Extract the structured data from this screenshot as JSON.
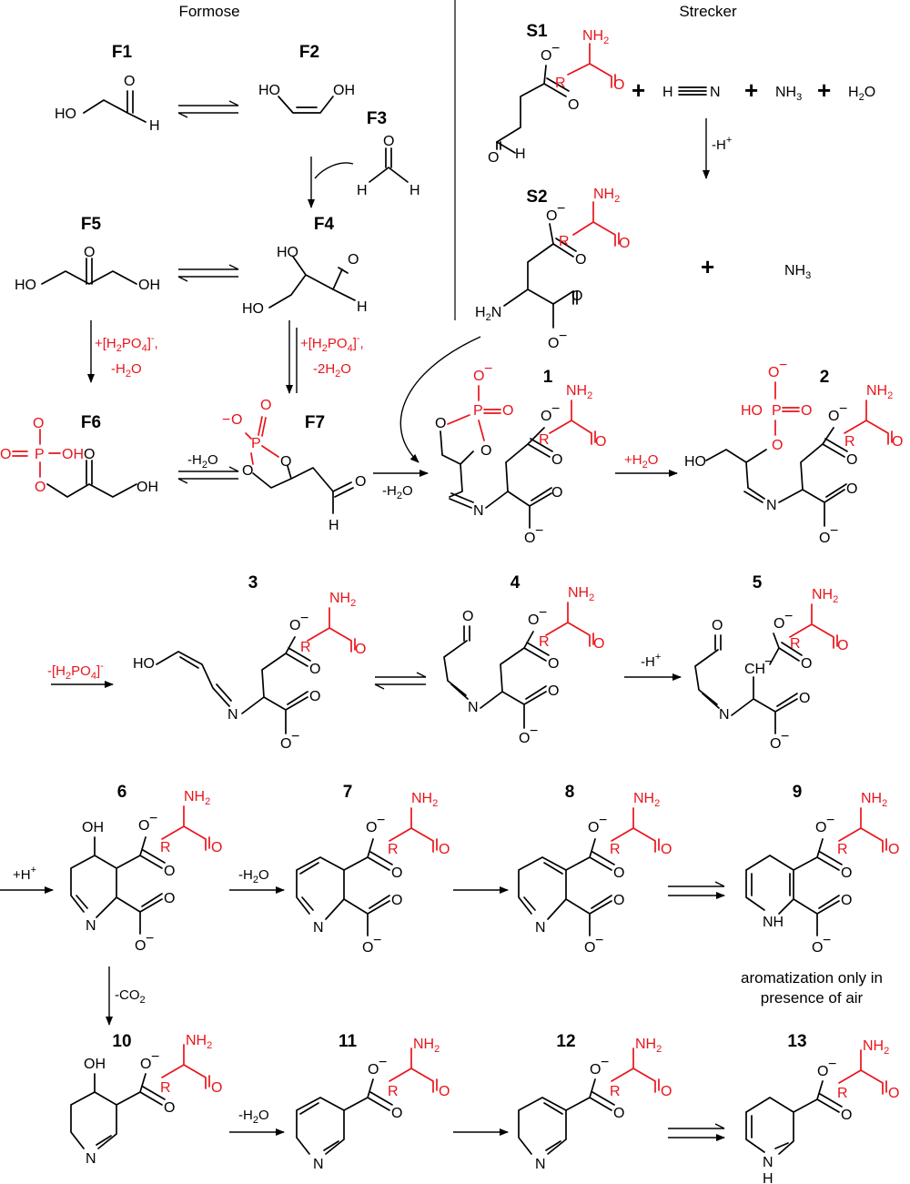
{
  "headers": {
    "left": "Formose",
    "right": "Strecker"
  },
  "labels": {
    "F1": "F1",
    "F2": "F2",
    "F3": "F3",
    "F4": "F4",
    "F5": "F5",
    "F6": "F6",
    "F7": "F7",
    "S1": "S1",
    "S2": "S2",
    "c1": "1",
    "c2": "2",
    "c3": "3",
    "c4": "4",
    "c5": "5",
    "c6": "6",
    "c7": "7",
    "c8": "8",
    "c9": "9",
    "c10": "10",
    "c11": "11",
    "c12": "12",
    "c13": "13"
  },
  "reagents": {
    "hcn_H": "H",
    "hcn_N": "N",
    "nh3": "NH",
    "sub3": "3",
    "h2o_H": "H",
    "sub2": "2",
    "h2o_O": "O",
    "plus": "+"
  },
  "conditions": {
    "phos_a": "+[H",
    "phos_b": "2",
    "phos_c": "PO",
    "phos_d": "4",
    "phos_e": "]",
    "phos_f": "-",
    "phos_g": ",",
    "minus_h2o": "-H",
    "minus_2h2o": "-2H",
    "plus_h2o": "+H",
    "minus_h": "-H",
    "plus_h": "+H",
    "charge_plus": "+",
    "minus_phos": "-[H",
    "minus_co2": "-CO",
    "o": "O"
  },
  "atoms": {
    "HO": "HO",
    "OH": "OH",
    "O": "O",
    "H": "H",
    "N": "N",
    "NH": "NH",
    "NH2": "NH",
    "R": "R",
    "P": "P",
    "H2N": "H",
    "minus": "−",
    "CH": "CH",
    "HOP": "HO"
  },
  "note": {
    "line1": "aromatization only in",
    "line2": "presence of air"
  }
}
